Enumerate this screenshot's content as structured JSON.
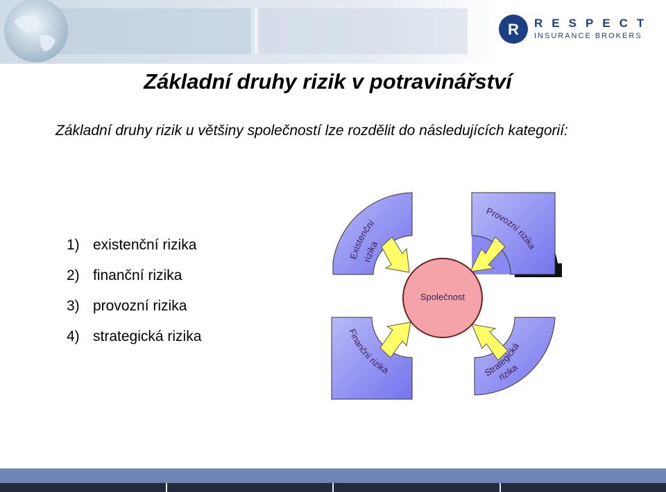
{
  "header": {
    "logo": {
      "brand": "RESPECT",
      "subtitle": "INSURANCE BROKERS",
      "icon_letter": "R",
      "brand_color": "#1c3f86"
    }
  },
  "title": "Základní druhy rizik v potravinářství",
  "intro": "Základní druhy rizik u většiny společností lze rozdělit do následujících kategorií:",
  "categories": [
    {
      "num": "1)",
      "label": "existenční rizika"
    },
    {
      "num": "2)",
      "label": "finanční rizika"
    },
    {
      "num": "3)",
      "label": "provozní rizika"
    },
    {
      "num": "4)",
      "label": "strategická rizika"
    }
  ],
  "diagram": {
    "center": "Společnost",
    "quadrants": {
      "top_left": [
        "Existenční",
        "rizika"
      ],
      "top_right": [
        "Provozní rizika"
      ],
      "bottom_left": [
        "Finanční rizika"
      ],
      "bottom_right": [
        "Strategická",
        "rizika"
      ]
    },
    "colors": {
      "quadrant_fill": "#8080f0",
      "circle_fill": "#f4a4a8",
      "arrow_fill": "#ffff66",
      "label_color": "#3a1e52"
    }
  }
}
